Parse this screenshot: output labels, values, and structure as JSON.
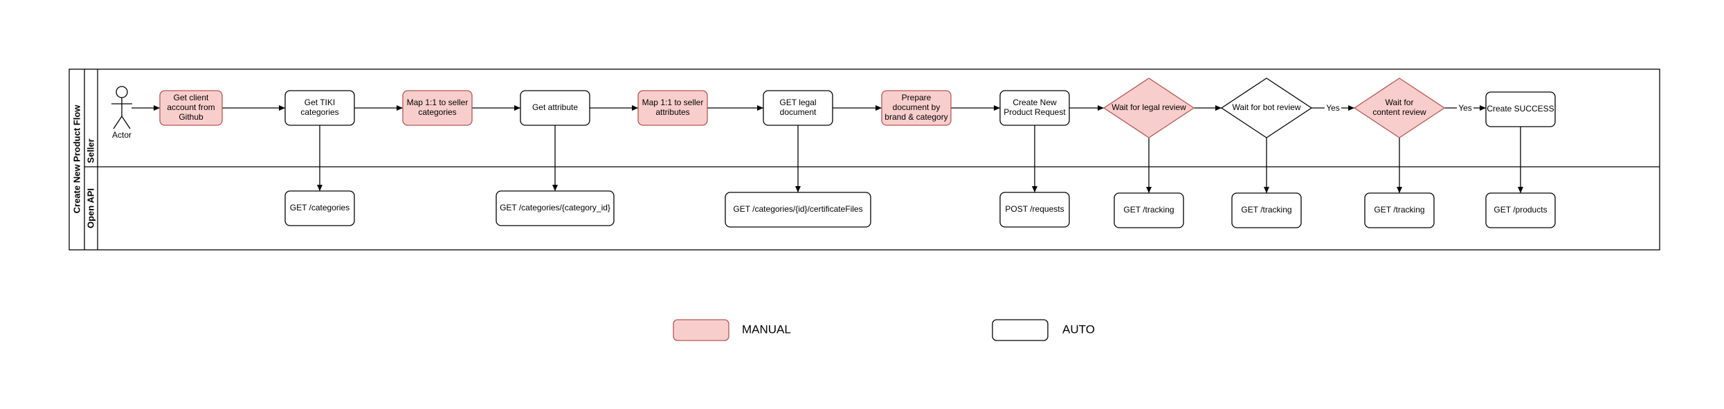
{
  "pool": {
    "title": "Create New Product Flow"
  },
  "lanes": [
    {
      "id": "seller",
      "label": "Seller"
    },
    {
      "id": "api",
      "label": "Open API"
    }
  ],
  "actor": {
    "label": "Actor"
  },
  "nodes": [
    {
      "id": "n1",
      "lines": [
        "Get client",
        "account from",
        "Github"
      ],
      "kind": "manual",
      "shape": "rect"
    },
    {
      "id": "n2",
      "lines": [
        "Get TIKI",
        "categories"
      ],
      "kind": "auto",
      "shape": "rect"
    },
    {
      "id": "n3",
      "lines": [
        "Map 1:1 to seller",
        "categories"
      ],
      "kind": "manual",
      "shape": "rect"
    },
    {
      "id": "n4",
      "lines": [
        "Get attribute"
      ],
      "kind": "auto",
      "shape": "rect"
    },
    {
      "id": "n5",
      "lines": [
        "Map 1:1 to seller",
        "attributes"
      ],
      "kind": "manual",
      "shape": "rect"
    },
    {
      "id": "n6",
      "lines": [
        "GET legal",
        "document"
      ],
      "kind": "auto",
      "shape": "rect"
    },
    {
      "id": "n7",
      "lines": [
        "Prepare",
        "document by",
        "brand & category"
      ],
      "kind": "manual",
      "shape": "rect"
    },
    {
      "id": "n8",
      "lines": [
        "Create New",
        "Product Request"
      ],
      "kind": "auto",
      "shape": "rect"
    },
    {
      "id": "n9",
      "lines": [
        "Wait for legal review"
      ],
      "kind": "manual",
      "shape": "diamond"
    },
    {
      "id": "n10",
      "lines": [
        "Wait for bot review"
      ],
      "kind": "auto",
      "shape": "diamond"
    },
    {
      "id": "n11",
      "lines": [
        "Wait for",
        "content review"
      ],
      "kind": "manual",
      "shape": "diamond"
    },
    {
      "id": "n12",
      "lines": [
        "Create SUCCESS"
      ],
      "kind": "auto",
      "shape": "rect"
    },
    {
      "id": "a2",
      "lines": [
        "GET /categories"
      ],
      "kind": "auto",
      "shape": "rect"
    },
    {
      "id": "a4",
      "lines": [
        "GET /categories/{category_id}"
      ],
      "kind": "auto",
      "shape": "rect"
    },
    {
      "id": "a6",
      "lines": [
        "GET /categories/{id}/certificateFiles"
      ],
      "kind": "auto",
      "shape": "rect"
    },
    {
      "id": "a8",
      "lines": [
        "POST /requests"
      ],
      "kind": "auto",
      "shape": "rect"
    },
    {
      "id": "a9",
      "lines": [
        "GET /tracking"
      ],
      "kind": "auto",
      "shape": "rect"
    },
    {
      "id": "a10",
      "lines": [
        "GET /tracking"
      ],
      "kind": "auto",
      "shape": "rect"
    },
    {
      "id": "a11",
      "lines": [
        "GET /tracking"
      ],
      "kind": "auto",
      "shape": "rect"
    },
    {
      "id": "a12",
      "lines": [
        "GET /products"
      ],
      "kind": "auto",
      "shape": "rect"
    }
  ],
  "edges": [
    {
      "from": "actor",
      "to": "n1",
      "label": ""
    },
    {
      "from": "n1",
      "to": "n2",
      "label": ""
    },
    {
      "from": "n2",
      "to": "n3",
      "label": ""
    },
    {
      "from": "n3",
      "to": "n4",
      "label": ""
    },
    {
      "from": "n4",
      "to": "n5",
      "label": ""
    },
    {
      "from": "n5",
      "to": "n6",
      "label": ""
    },
    {
      "from": "n6",
      "to": "n7",
      "label": ""
    },
    {
      "from": "n7",
      "to": "n8",
      "label": ""
    },
    {
      "from": "n8",
      "to": "n9",
      "label": ""
    },
    {
      "from": "n9",
      "to": "n10",
      "label": ""
    },
    {
      "from": "n10",
      "to": "n11",
      "label": "Yes"
    },
    {
      "from": "n11",
      "to": "n12",
      "label": "Yes"
    },
    {
      "from": "n2",
      "to": "a2",
      "label": ""
    },
    {
      "from": "n4",
      "to": "a4",
      "label": ""
    },
    {
      "from": "n6",
      "to": "a6",
      "label": ""
    },
    {
      "from": "n8",
      "to": "a8",
      "label": ""
    },
    {
      "from": "n9",
      "to": "a9",
      "label": ""
    },
    {
      "from": "n10",
      "to": "a10",
      "label": ""
    },
    {
      "from": "n11",
      "to": "a11",
      "label": ""
    },
    {
      "from": "n12",
      "to": "a12",
      "label": ""
    }
  ],
  "legend": [
    {
      "kind": "manual",
      "label": "MANUAL"
    },
    {
      "kind": "auto",
      "label": "AUTO"
    }
  ],
  "colors": {
    "manual_fill": "#f8cecc",
    "manual_stroke": "#b85450",
    "auto_fill": "#ffffff",
    "auto_stroke": "#000000"
  }
}
